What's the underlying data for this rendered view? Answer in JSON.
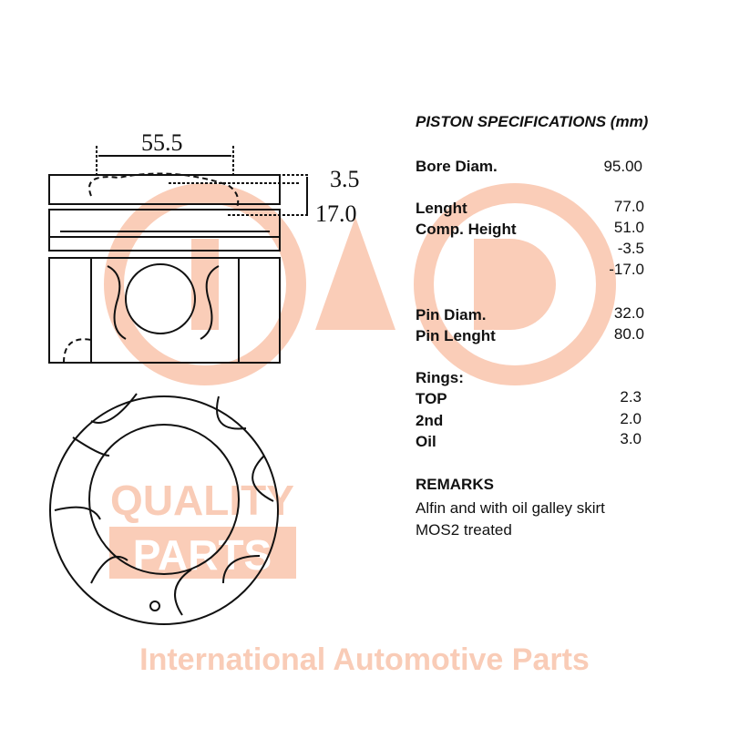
{
  "watermark": {
    "company": "International Automotive Parts",
    "line1": "QUALITY",
    "line2": "PARTS",
    "color": "#f9c4ab"
  },
  "drawing": {
    "dim_width": "55.5",
    "dim_top": "3.5",
    "dim_ring": "17.0"
  },
  "specs": {
    "title": "PISTON SPECIFICATIONS (mm)",
    "rows": [
      {
        "label": "Bore Diam.",
        "value": "95.00"
      },
      {
        "label": "Lenght",
        "value": "77.0"
      },
      {
        "label": "Comp. Height",
        "value": "51.0"
      },
      {
        "label": "",
        "value": "-3.5"
      },
      {
        "label": "",
        "value": "-17.0"
      },
      {
        "label": "Pin Diam.",
        "value": "32.0"
      },
      {
        "label": "Pin Lenght",
        "value": "80.0"
      },
      {
        "label": "Rings:",
        "value": ""
      },
      {
        "label": "TOP",
        "value": "2.3"
      },
      {
        "label": "2nd",
        "value": "2.0"
      },
      {
        "label": "Oil",
        "value": "3.0"
      }
    ],
    "remarks_title": "REMARKS",
    "remarks": [
      "Alfin and with oil galley skirt",
      "MOS2 treated"
    ]
  }
}
